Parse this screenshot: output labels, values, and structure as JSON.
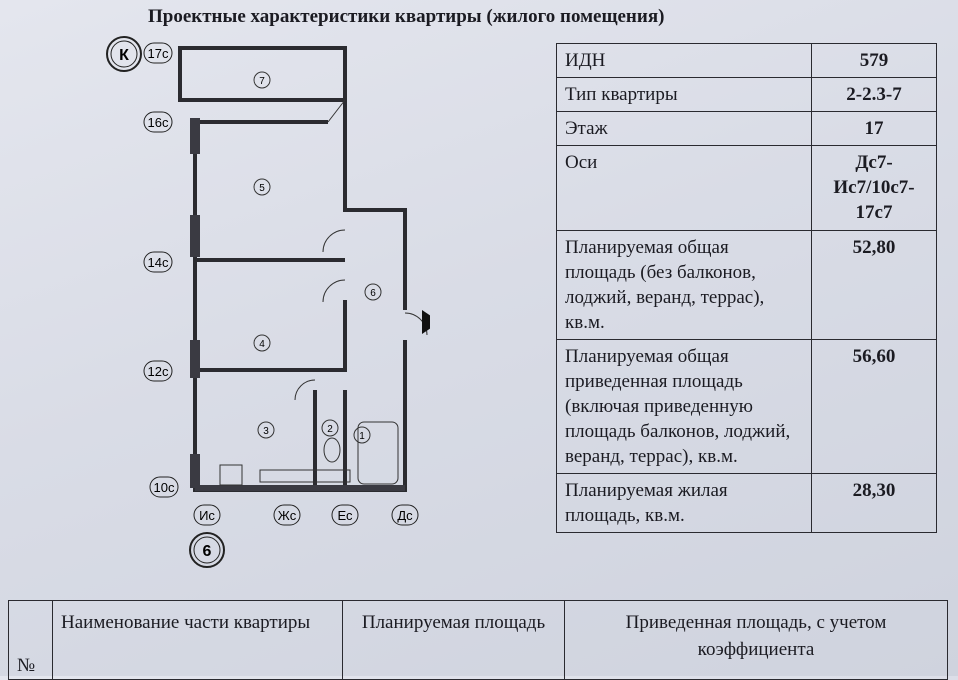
{
  "title": "Проектные характеристики квартиры (жилого помещения)",
  "specs": [
    {
      "label": "ИДН",
      "value": "579"
    },
    {
      "label": "Тип квартиры",
      "value": "2-2.3-7"
    },
    {
      "label": "Этаж",
      "value": "17"
    },
    {
      "label": "Оси",
      "value": "Дс7-Ис7/10с7-17с7"
    },
    {
      "label": "Планируемая общая площадь (без балконов, лоджий, веранд, террас), кв.м.",
      "value": "52,80"
    },
    {
      "label": "Планируемая общая приведенная площадь (включая приведенную площадь балконов, лоджий, веранд, террас), кв.м.",
      "value": "56,60"
    },
    {
      "label": "Планируемая жилая площадь, кв.м.",
      "value": "28,30"
    }
  ],
  "oси_lines": [
    "Дс7-",
    "Ис7/10с7-",
    "17с7"
  ],
  "bottom_table": {
    "headers": [
      "№",
      "Наименование части квартиры",
      "Планируемая площадь",
      "Приведенная площадь, с учетом коэффициента"
    ]
  },
  "plan": {
    "axis_top": "К",
    "axis_bottom": "6",
    "row_axes": [
      "17с",
      "16с",
      "14с",
      "12с",
      "10с"
    ],
    "col_axes": [
      "Ис",
      "Жс",
      "Ес",
      "Дс"
    ],
    "rooms": [
      "7",
      "5",
      "4",
      "6",
      "3",
      "2",
      "1"
    ]
  }
}
